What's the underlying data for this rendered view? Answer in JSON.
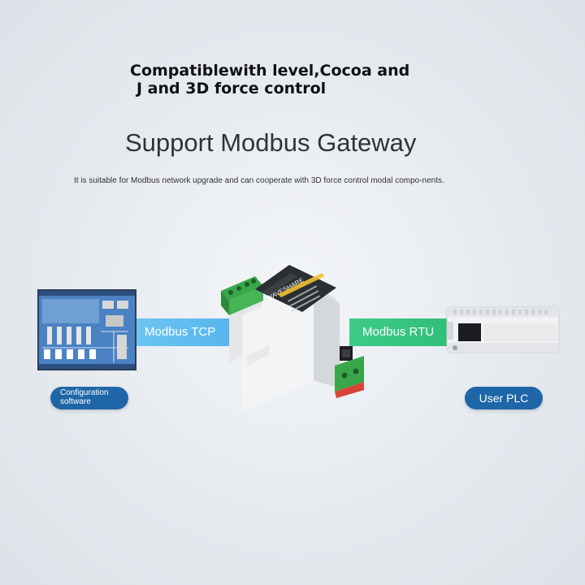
{
  "headline": {
    "line1": "Compatiblewith level,Cocoa and",
    "line2": "J and 3D force control"
  },
  "title": "Support Modbus Gateway",
  "description": "It is suitable for Modbus network upgrade and can cooperate with 3D force control modal compo-nents.",
  "diagram": {
    "left_link_label": "Modbus TCP",
    "right_link_label": "Modbus RTU",
    "left_endpoint_label": "Configuration software",
    "right_endpoint_label": "User PLC",
    "device_brand": "WAVESHARE",
    "colors": {
      "tcp_band": "#5bbcef",
      "rtu_band": "#36c47f",
      "pill": "#1f66a8",
      "terminal_green": "#3aa64a"
    }
  }
}
